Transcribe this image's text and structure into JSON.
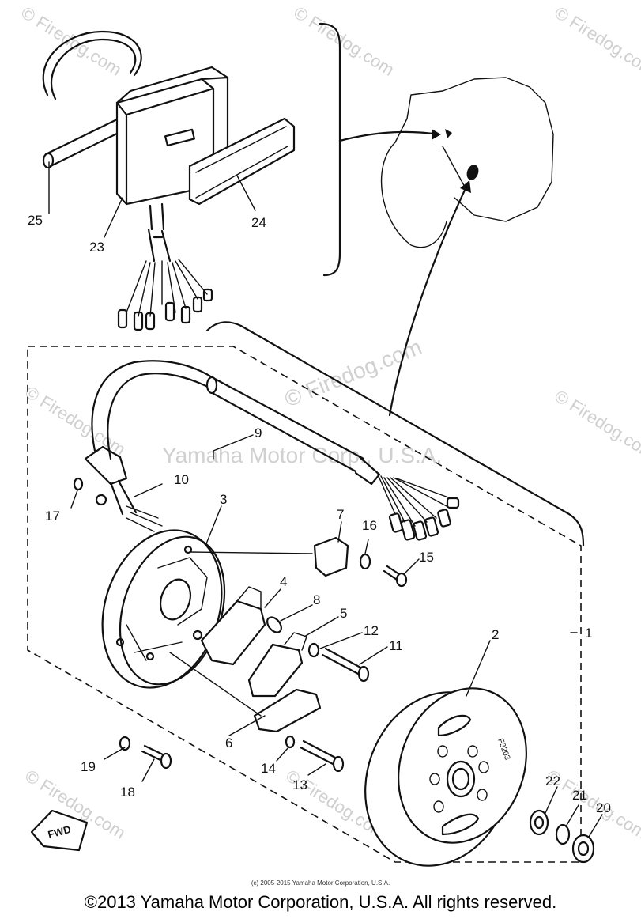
{
  "watermarks": {
    "firedog_small": "© Firedog.com",
    "firedog_center": "© Firedog.com",
    "yamaha_center": "Yamaha Motor Corp., U.S.A."
  },
  "parts": {
    "p1": "1",
    "p2": "2",
    "p3": "3",
    "p4": "4",
    "p5": "5",
    "p6": "6",
    "p7": "7",
    "p8": "8",
    "p9": "9",
    "p10": "10",
    "p11": "11",
    "p12": "12",
    "p13": "13",
    "p14": "14",
    "p15": "15",
    "p16": "16",
    "p17": "17",
    "p18": "18",
    "p19": "19",
    "p20": "20",
    "p21": "21",
    "p22": "22",
    "p23": "23",
    "p24": "24",
    "p25": "25"
  },
  "rotor_stamp": "F3203",
  "fwd_label": "FWD",
  "footer_small": "(c) 2005-2015 Yamaha Motor Corporation, U.S.A.",
  "footer": "©2013 Yamaha Motor Corporation, U.S.A. All rights reserved."
}
